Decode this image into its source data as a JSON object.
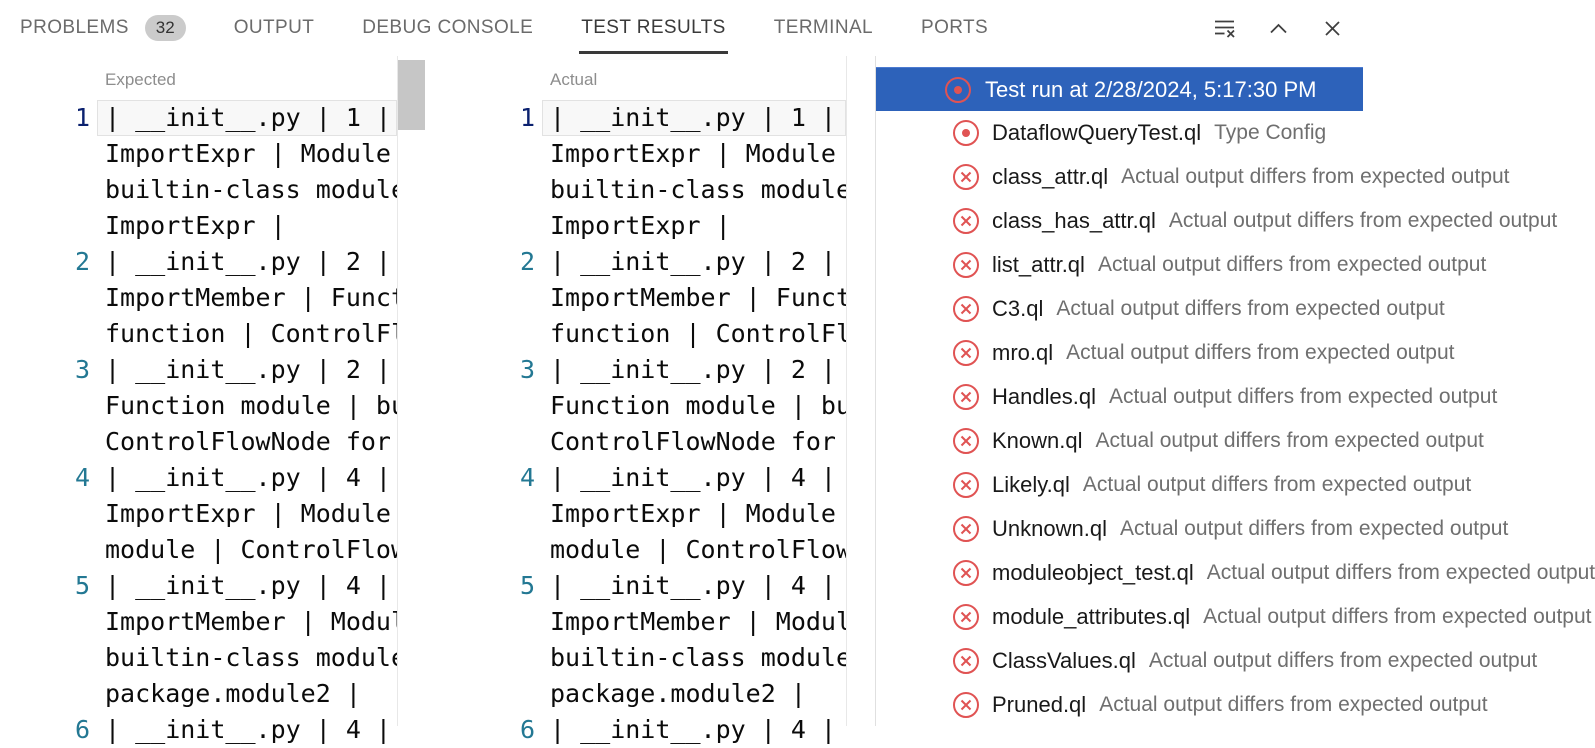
{
  "panel_tabs": {
    "items": [
      {
        "label": "PROBLEMS",
        "badge": "32",
        "active": false
      },
      {
        "label": "OUTPUT",
        "active": false
      },
      {
        "label": "DEBUG CONSOLE",
        "active": false
      },
      {
        "label": "TEST RESULTS",
        "active": true
      },
      {
        "label": "TERMINAL",
        "active": false
      },
      {
        "label": "PORTS",
        "active": false
      }
    ],
    "actions": [
      {
        "name": "clear-test-results",
        "icon": "clear-all-icon"
      },
      {
        "name": "maximize-panel",
        "icon": "chevron-up-icon"
      },
      {
        "name": "close-panel",
        "icon": "close-icon"
      }
    ]
  },
  "diff": {
    "expected": {
      "label": "Expected",
      "lines": [
        {
          "num": "1",
          "text": "| __init__.py | 1 |",
          "current": true
        },
        {
          "num": "",
          "text": "ImportExpr | Module"
        },
        {
          "num": "",
          "text": "builtin-class module"
        },
        {
          "num": "",
          "text": "ImportExpr |"
        },
        {
          "num": "2",
          "text": "| __init__.py | 2 |"
        },
        {
          "num": "",
          "text": "ImportMember | Funct"
        },
        {
          "num": "",
          "text": "function | ControlFl"
        },
        {
          "num": "3",
          "text": "| __init__.py | 2 |"
        },
        {
          "num": "",
          "text": "Function module | bu"
        },
        {
          "num": "",
          "text": "ControlFlowNode for"
        },
        {
          "num": "4",
          "text": "| __init__.py | 4 |"
        },
        {
          "num": "",
          "text": "ImportExpr | Module"
        },
        {
          "num": "",
          "text": "module | ControlFlow"
        },
        {
          "num": "5",
          "text": "| __init__.py | 4 |"
        },
        {
          "num": "",
          "text": "ImportMember | Modul"
        },
        {
          "num": "",
          "text": "builtin-class module"
        },
        {
          "num": "",
          "text": "package.module2 |"
        },
        {
          "num": "6",
          "text": "| __init__.py | 4 |"
        }
      ]
    },
    "actual": {
      "label": "Actual",
      "lines": [
        {
          "num": "1",
          "text": "| __init__.py | 1 |",
          "current": true
        },
        {
          "num": "",
          "text": "ImportExpr | Module"
        },
        {
          "num": "",
          "text": "builtin-class module"
        },
        {
          "num": "",
          "text": "ImportExpr |"
        },
        {
          "num": "2",
          "text": "| __init__.py | 2 |"
        },
        {
          "num": "",
          "text": "ImportMember | Funct"
        },
        {
          "num": "",
          "text": "function | ControlFl"
        },
        {
          "num": "3",
          "text": "| __init__.py | 2 |"
        },
        {
          "num": "",
          "text": "Function module | bu"
        },
        {
          "num": "",
          "text": "ControlFlowNode for"
        },
        {
          "num": "4",
          "text": "| __init__.py | 4 |"
        },
        {
          "num": "",
          "text": "ImportExpr | Module"
        },
        {
          "num": "",
          "text": "module | ControlFlow"
        },
        {
          "num": "5",
          "text": "| __init__.py | 4 |"
        },
        {
          "num": "",
          "text": "ImportMember | Modul"
        },
        {
          "num": "",
          "text": "builtin-class module"
        },
        {
          "num": "",
          "text": "package.module2 |"
        },
        {
          "num": "6",
          "text": "| __init__.py | 4 |"
        }
      ]
    }
  },
  "tree": {
    "run": {
      "label": "Test run at 2/28/2024, 5:17:30 PM",
      "icon": "run-errored-icon",
      "selected": true
    },
    "items": [
      {
        "name": "DataflowQueryTest.ql",
        "detail": "Type Config",
        "icon": "run-errored-icon"
      },
      {
        "name": "class_attr.ql",
        "detail": "Actual output differs from expected output",
        "icon": "test-failed-icon"
      },
      {
        "name": "class_has_attr.ql",
        "detail": "Actual output differs from expected output",
        "icon": "test-failed-icon"
      },
      {
        "name": "list_attr.ql",
        "detail": "Actual output differs from expected output",
        "icon": "test-failed-icon"
      },
      {
        "name": "C3.ql",
        "detail": "Actual output differs from expected output",
        "icon": "test-failed-icon"
      },
      {
        "name": "mro.ql",
        "detail": "Actual output differs from expected output",
        "icon": "test-failed-icon"
      },
      {
        "name": "Handles.ql",
        "detail": "Actual output differs from expected output",
        "icon": "test-failed-icon"
      },
      {
        "name": "Known.ql",
        "detail": "Actual output differs from expected output",
        "icon": "test-failed-icon"
      },
      {
        "name": "Likely.ql",
        "detail": "Actual output differs from expected output",
        "icon": "test-failed-icon"
      },
      {
        "name": "Unknown.ql",
        "detail": "Actual output differs from expected output",
        "icon": "test-failed-icon"
      },
      {
        "name": "moduleobject_test.ql",
        "detail": "Actual output differs from expected output",
        "icon": "test-failed-icon"
      },
      {
        "name": "module_attributes.ql",
        "detail": "Actual output differs from expected output",
        "icon": "test-failed-icon"
      },
      {
        "name": "ClassValues.ql",
        "detail": "Actual output differs from expected output",
        "icon": "test-failed-icon"
      },
      {
        "name": "Pruned.ql",
        "detail": "Actual output differs from expected output",
        "icon": "test-failed-icon"
      }
    ]
  },
  "colors": {
    "selection_blue": "#2d62ba",
    "error_red": "#e05353",
    "line_number": "#237893",
    "active_line_number": "#0b216f",
    "tab_active": "#3a3a3a",
    "tab_inactive": "#6b6b6b"
  }
}
